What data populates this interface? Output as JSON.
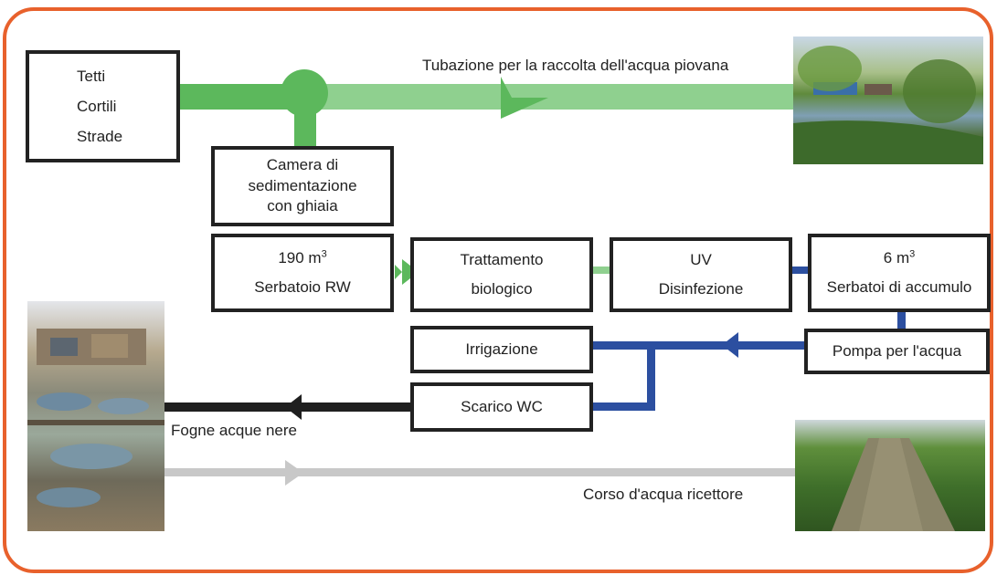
{
  "sources_box": {
    "lines": [
      "Tetti",
      "Cortili",
      "Strade"
    ]
  },
  "rain_pipe_label": "Tubazione per la raccolta dell'acqua piovana",
  "sedimentation_box": {
    "lines": [
      "Camera di",
      "sedimentazione",
      "con ghiaia"
    ]
  },
  "rw_tank_box": {
    "volume": "190 m",
    "exponent": "3",
    "name": "Serbatoio RW"
  },
  "bio_treatment_box": {
    "lines": [
      "Trattamento",
      "biologico"
    ]
  },
  "uv_box": {
    "lines": [
      "UV",
      "Disinfezione"
    ]
  },
  "storage_box": {
    "volume": "6 m",
    "exponent": "3",
    "name": "Serbatoi di accumulo"
  },
  "irrigation_box": "Irrigazione",
  "pump_box": "Pompa per l'acqua",
  "wc_box": "Scarico WC",
  "sewer_label": "Fogne acque nere",
  "receiving_water_label": "Corso d'acqua ricettore",
  "colors": {
    "frame": "#e8612c",
    "rainwater_pipe": "#8fd08f",
    "rainwater_node": "#5cb85c",
    "treated_line": "#2c4fa0",
    "sewer_line": "#1f1f1f",
    "receiving_line": "#c8c8c8"
  },
  "icons": [
    "river-photo",
    "treatment-plant-photo",
    "canal-photo"
  ]
}
